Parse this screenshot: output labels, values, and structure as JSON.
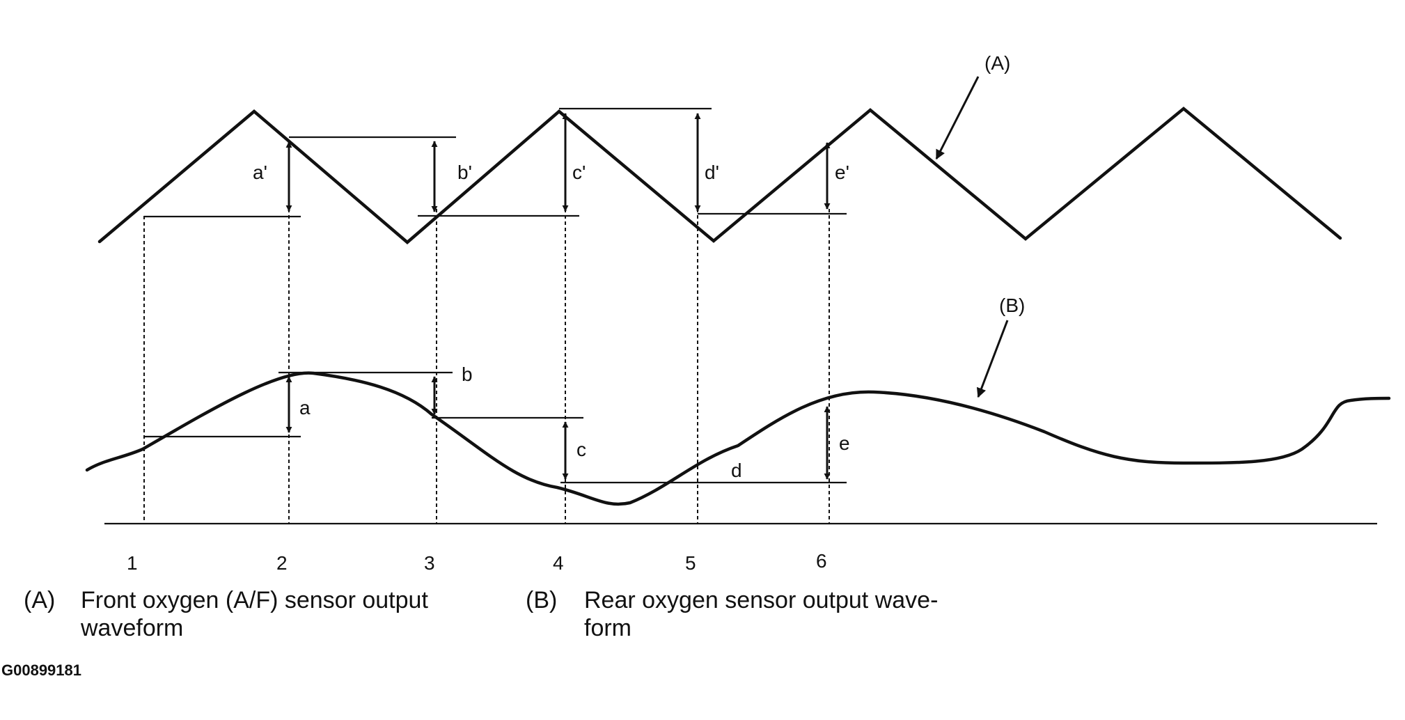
{
  "diagram": {
    "waveform_a_label": "(A)",
    "waveform_b_label": "(B)",
    "upper_measures": [
      "a'",
      "b'",
      "c'",
      "d'",
      "e'"
    ],
    "lower_measures": [
      "a",
      "b",
      "c",
      "d",
      "e"
    ],
    "time_points": [
      "1",
      "2",
      "3",
      "4",
      "5",
      "6"
    ]
  },
  "captions": {
    "a": {
      "key": "(A)",
      "line1": "Front oxygen (A/F) sensor output",
      "line2": "waveform"
    },
    "b": {
      "key": "(B)",
      "line1": "Rear oxygen sensor output wave-",
      "line2": "form"
    }
  },
  "figure_id": "G00899181"
}
